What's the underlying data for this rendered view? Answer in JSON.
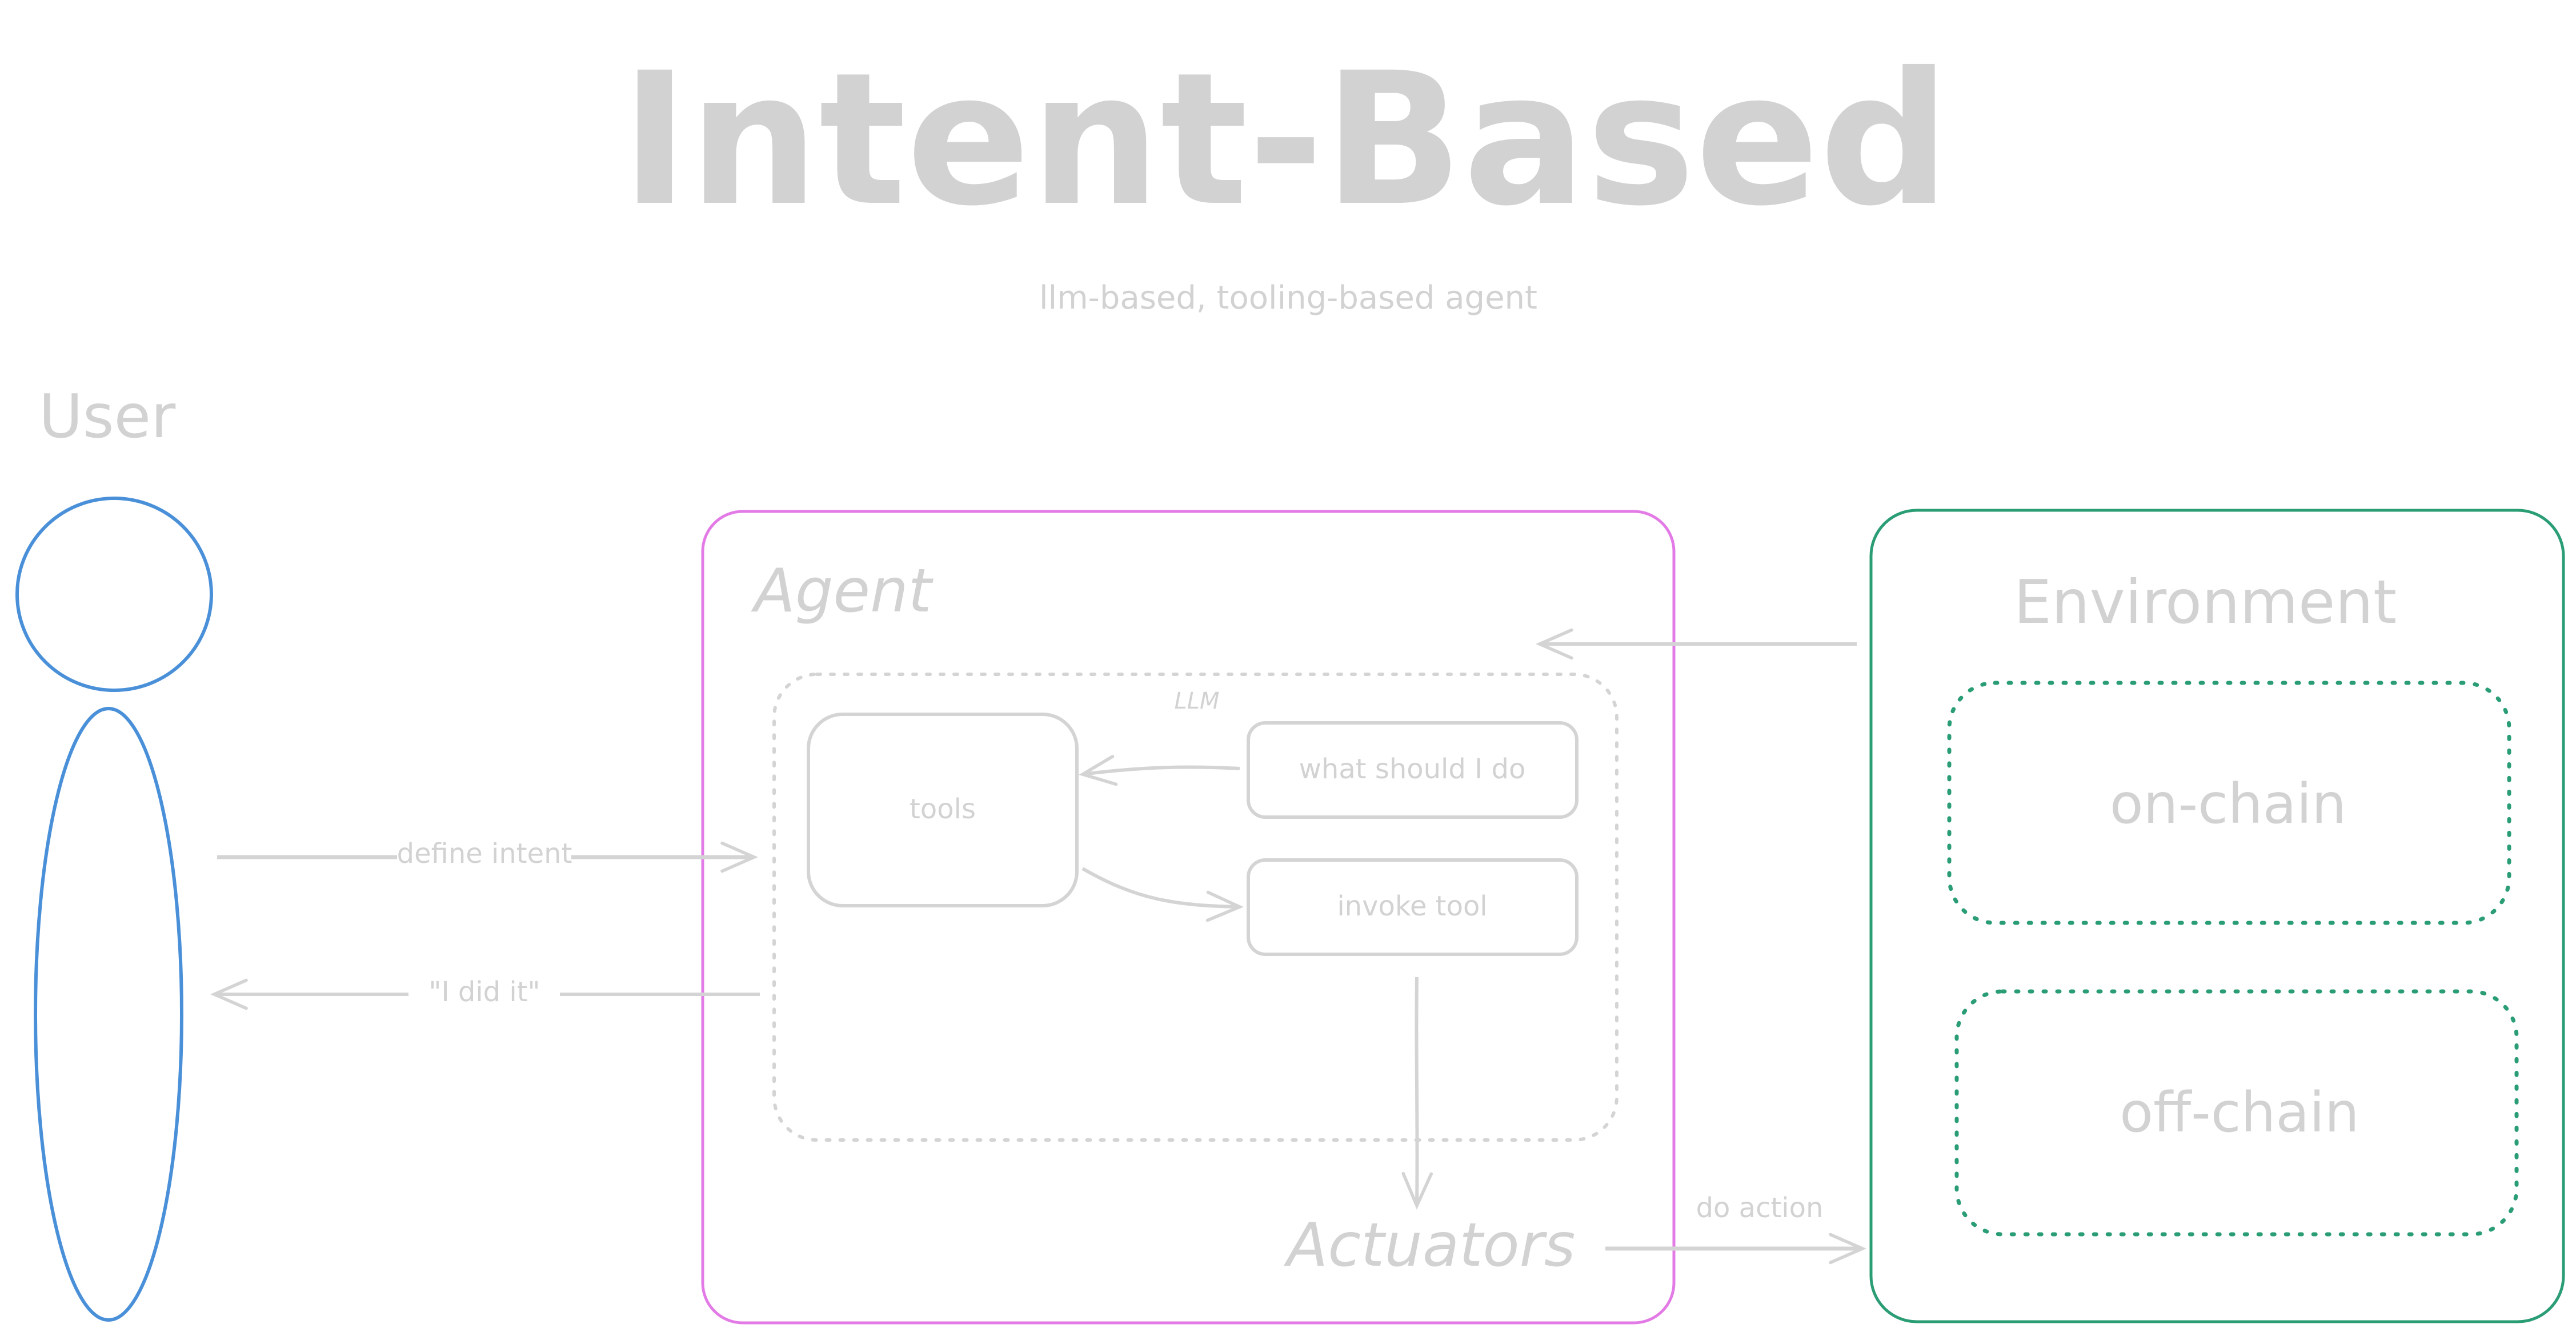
{
  "title": "Intent-Based",
  "subtitle": "llm-based, tooling-based agent",
  "user": {
    "label": "User"
  },
  "agent": {
    "label": "Agent",
    "llm": {
      "label": "LLM",
      "tools_label": "tools",
      "what_label": "what should I do",
      "invoke_label": "invoke tool"
    },
    "actuators_label": "Actuators"
  },
  "environment": {
    "label": "Environment",
    "onchain_label": "on-chain",
    "offchain_label": "off-chain"
  },
  "edges": {
    "define_intent": "define intent",
    "i_did_it": "\"I did it\"",
    "do_action": "do action"
  },
  "colors": {
    "text_gray": "#d2d2d2",
    "user_blue": "#4a90d9",
    "agent_magenta": "#e37be6",
    "env_green": "#2a9d75",
    "env_dotted_green": "#2a9d75"
  }
}
